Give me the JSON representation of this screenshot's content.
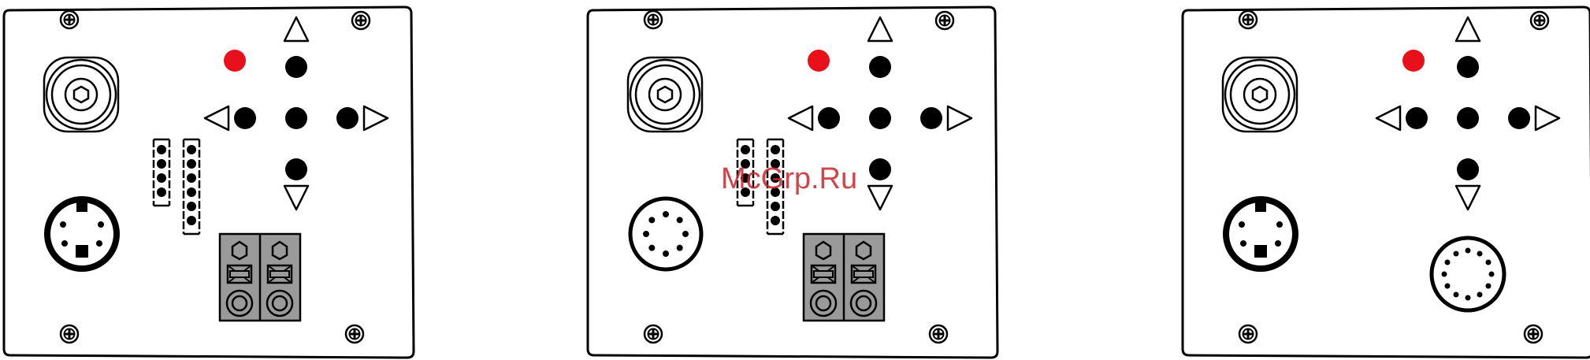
{
  "watermark": "McGrp.Ru",
  "colors": {
    "led": "#e8101a",
    "terminal": "#9a9a9a",
    "ink": "#000000",
    "panel": "#ffffff"
  },
  "panels": [
    {
      "id": "panel-1",
      "bottom_connector": "s-video-4pin",
      "has_down_arrow": true,
      "has_terminal_block": true,
      "pin_headers": [
        4,
        6
      ]
    },
    {
      "id": "panel-2",
      "bottom_connector": "round-8pin",
      "has_down_arrow": true,
      "has_terminal_block": true,
      "pin_headers": [
        4,
        6
      ]
    },
    {
      "id": "panel-3",
      "bottom_connector": "s-video-4pin",
      "has_down_arrow": true,
      "has_terminal_block": false,
      "pin_headers": [],
      "extra_connector": "round-12pin"
    }
  ]
}
